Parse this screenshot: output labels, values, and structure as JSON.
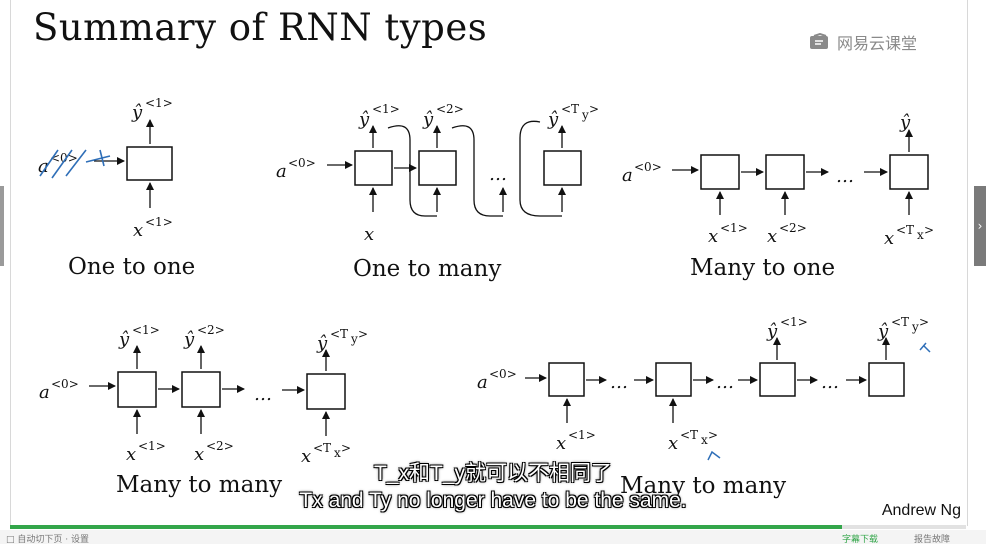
{
  "slide": {
    "title": "Summary of RNN types",
    "brand": "网易云课堂",
    "author": "Andrew Ng",
    "captions": {
      "one_to_one": "One to one",
      "one_to_many": "One to many",
      "many_to_one": "Many to one",
      "many_to_many_a": "Many to many",
      "many_to_many_b": "Many to many"
    },
    "symbols": {
      "a0": "a",
      "a0_sup": "<0>",
      "x": "x",
      "yhat": "ŷ",
      "ellipsis": "…",
      "sup_1": "<1>",
      "sup_2": "<2>",
      "sup_Ty": "<T",
      "sub_y": "y",
      "sub_x": "x",
      "close": ">"
    }
  },
  "subtitles": {
    "line1": "T_x和T_y就可以不相同了",
    "line2": "Tx and Ty no longer have to be the same."
  },
  "player": {
    "progress_fraction": 0.87,
    "left_text": "□ 自动切下页 · 设置",
    "right_text_1": "字幕下载",
    "right_text_2": "报告故障"
  },
  "colors": {
    "ink": "#111111",
    "annotation": "#2f6fb8",
    "progress": "#33a64a"
  }
}
